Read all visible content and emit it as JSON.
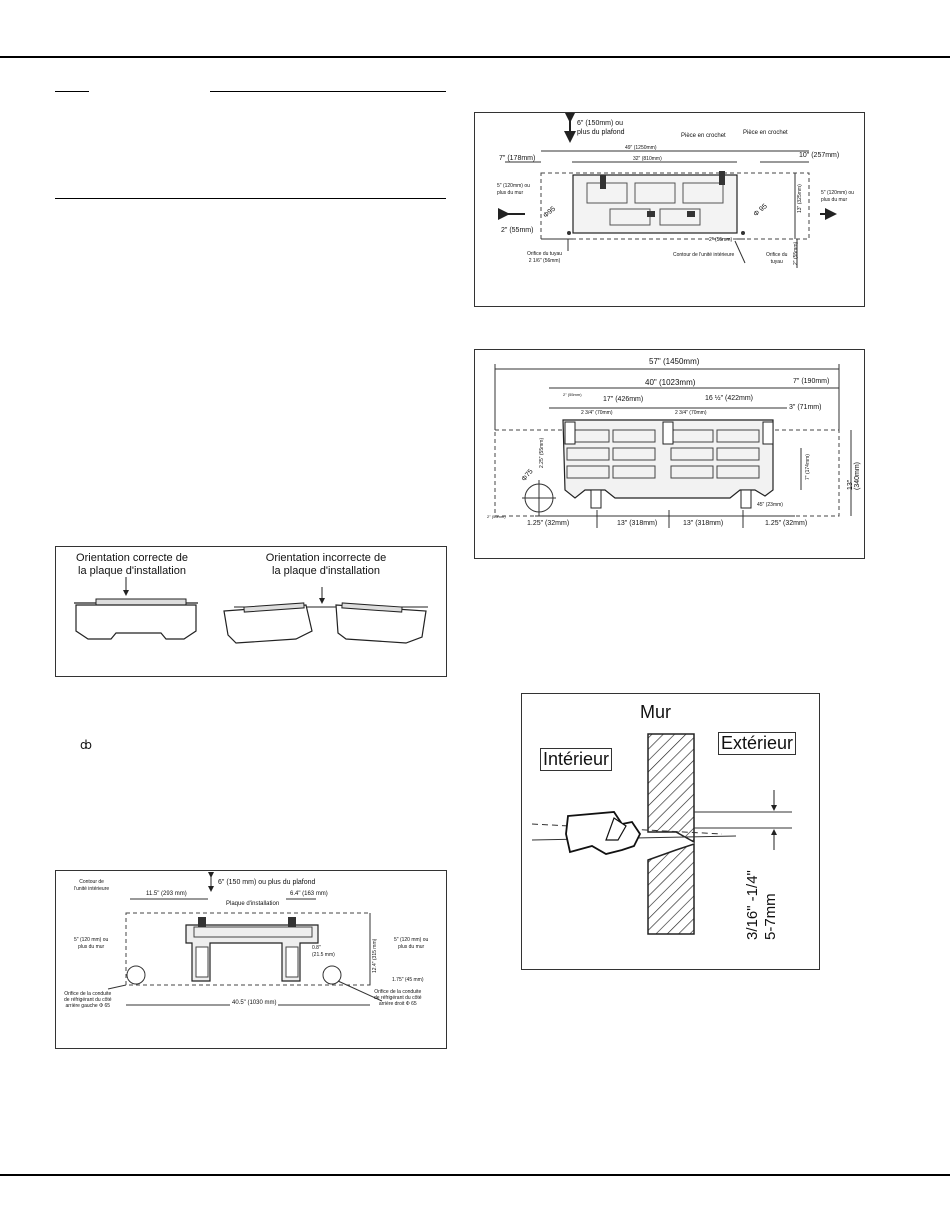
{
  "fig_top_right": {
    "ceiling": "6\" (150mm) ou",
    "ceiling2": "plus du plafond",
    "total_width": "49\" (1250mm)",
    "inner_width": "32\" (810mm)",
    "hook1": "Pièce en crochet",
    "hook2": "Pièce en crochet",
    "left_margin": "7\" (178mm)",
    "right_margin": "10\" (257mm)",
    "wall_left": "5\" (120mm) ou",
    "wall_left2": "plus du mur",
    "wall_right": "5\" (120mm) ou",
    "wall_right2": "plus du mur",
    "height": "13\" (325mm)",
    "diam_left": "Φ95",
    "diam_right": "Φ 95",
    "bottom_left": "2\" (55mm)",
    "bottom_right": "2\" (55mm)",
    "pipe_left": "Orifice du tuyau",
    "pipe_left2": "2 1/6\" (56mm)",
    "outline": "Contour de l'unité intérieure",
    "pipe_right": "Orifice du",
    "pipe_right2": "tuyau",
    "side_dim": "2\" (55mm)"
  },
  "fig_mid_right": {
    "total": "57\" (1450mm)",
    "inner": "40\" (1023mm)",
    "right": "7\" (190mm)",
    "top_small": "2\" (55mm)",
    "left_span": "17\" (426mm)",
    "right_span": "16 ½\" (422mm)",
    "left_inner": "2 3/4\" (70mm)",
    "right_inner": "2 3/4\" (70mm)",
    "hook_dim": "3\" (71mm)",
    "height": "13\" (340mm)",
    "mid_h": "7\" (174mm)",
    "left_v": "2.25\" (55mm)",
    "diam": "Φ75",
    "bottom_right": "45\" (23mm)",
    "bottom_small": "2\" (55mm)",
    "b1": "1.25\" (32mm)",
    "b2": "13\" (318mm)",
    "b3": "13\" (318mm)",
    "b4": "1.25\" (32mm)"
  },
  "fig_orientation": {
    "correct": "Orientation correcte de",
    "correct2": "la plaque d'installation",
    "incorrect": "Orientation incorrecte de",
    "incorrect2": "la plaque d'installation"
  },
  "fig_wall": {
    "wall": "Mur",
    "inside": "Intérieur",
    "outside": "Extérieur",
    "slope": "3/16\" -1/4\"",
    "slope2": "5-7mm"
  },
  "fig_bottom_left": {
    "ceiling": "6\" (150 mm) ou plus du plafond",
    "outline": "Contour de",
    "outline2": "l'unité intérieure",
    "left_dim": "11.5\" (293 mm)",
    "right_dim": "6.4\" (163 mm)",
    "plate": "Plaque d'installation",
    "wall_left": "5\" (120 mm) ou",
    "wall_left2": "plus du mur",
    "wall_right": "5\" (120 mm) ou",
    "wall_right2": "plus du mur",
    "height": "12.4\" (315 mm)",
    "mid": "0.8\"",
    "mid2": "(21.5 mm)",
    "bottom_right": "1.75\" (45 mm)",
    "width": "40.5\" (1030 mm)",
    "left_hole": "Orifice de la conduite",
    "left_hole2": "de réfrigérant du côté",
    "left_hole3": "arrière gauche Φ 65",
    "right_hole": "Orifice de la conduite",
    "right_hole2": "de réfrigérant du côté",
    "right_hole3": "arrière droit Φ 65"
  },
  "misc": {
    "symbol": "ȸ"
  }
}
